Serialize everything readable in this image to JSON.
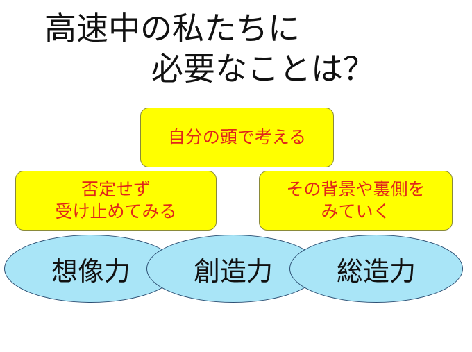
{
  "title": {
    "line1": "高速中の私たちに",
    "line2": "必要なことは？"
  },
  "boxes": {
    "top": {
      "line1": "自分の頭で考える"
    },
    "left": {
      "line1": "否定せず",
      "line2": "受け止めてみる"
    },
    "right": {
      "line1": "その背景や裏側を",
      "line2": "みていく"
    }
  },
  "ellipses": {
    "first": "想像力",
    "second": "創造力",
    "third": "総造力"
  },
  "colors": {
    "box_fill": "#ffff00",
    "box_text": "#e0261a",
    "ellipse_fill": "#a9e5f7",
    "ellipse_border": "#2c4f73"
  }
}
